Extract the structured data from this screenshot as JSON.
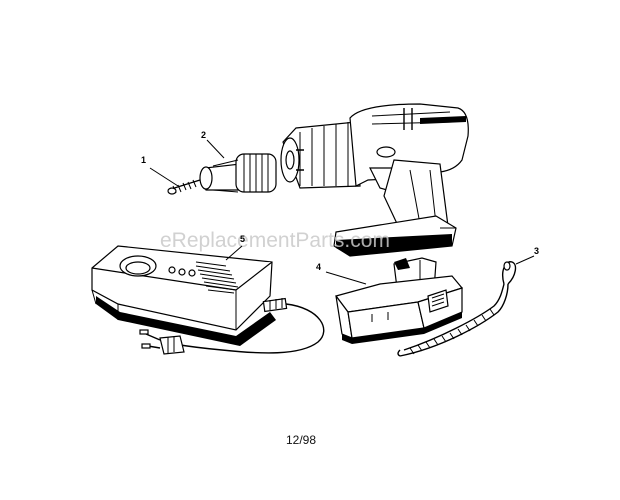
{
  "watermark": "eReplacementParts.com",
  "date_code": "12/98",
  "callouts": [
    {
      "id": "1",
      "label": "1"
    },
    {
      "id": "2",
      "label": "2"
    },
    {
      "id": "3",
      "label": "3"
    },
    {
      "id": "4",
      "label": "4"
    },
    {
      "id": "5",
      "label": "5"
    }
  ]
}
